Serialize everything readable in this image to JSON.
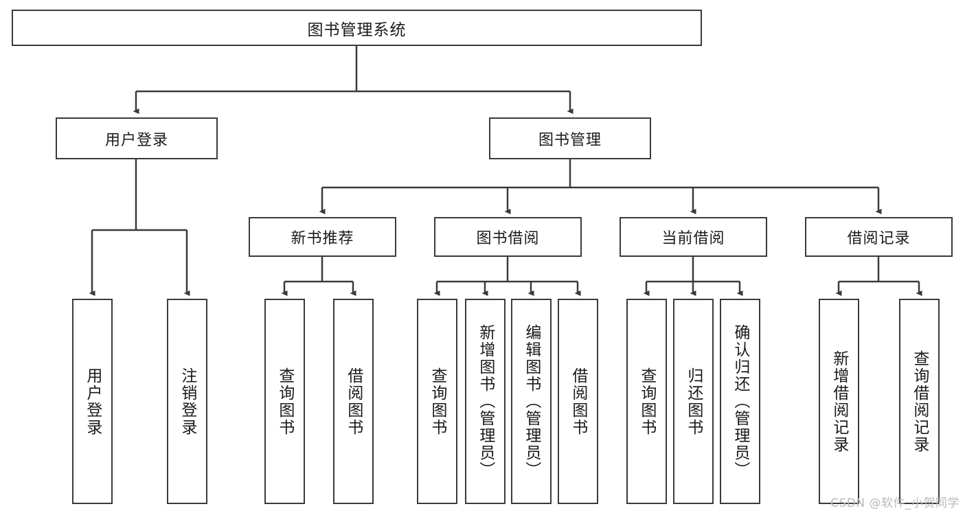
{
  "diagram": {
    "title": "图书管理系统",
    "watermark": "CSDN @软件_小贺同学",
    "colors": {
      "box_border": "#3a3a3a",
      "box_fill": "#ffffff",
      "line": "#3a3a3a",
      "text": "#1a1a1a",
      "watermark": "#b9b9b9",
      "background": "#ffffff"
    },
    "root": {
      "label": "图书管理系统"
    },
    "level2": [
      {
        "label": "用户登录"
      },
      {
        "label": "图书管理"
      }
    ],
    "level3": [
      {
        "label": "新书推荐"
      },
      {
        "label": "图书借阅"
      },
      {
        "label": "当前借阅"
      },
      {
        "label": "借阅记录"
      }
    ],
    "leaves": {
      "user_login": [
        {
          "label": "用户登录"
        },
        {
          "label": "注销登录"
        }
      ],
      "new_book_recommend": [
        {
          "label": "查询图书"
        },
        {
          "label": "借阅图书"
        }
      ],
      "book_borrow": [
        {
          "label": "查询图书"
        },
        {
          "label": "新增图书（管理员）"
        },
        {
          "label": "编辑图书（管理员）"
        },
        {
          "label": "借阅图书"
        }
      ],
      "current_borrow": [
        {
          "label": "查询图书"
        },
        {
          "label": "归还图书"
        },
        {
          "label": "确认归还（管理员）"
        }
      ],
      "borrow_record": [
        {
          "label": "新增借阅记录"
        },
        {
          "label": "查询借阅记录"
        }
      ]
    }
  }
}
